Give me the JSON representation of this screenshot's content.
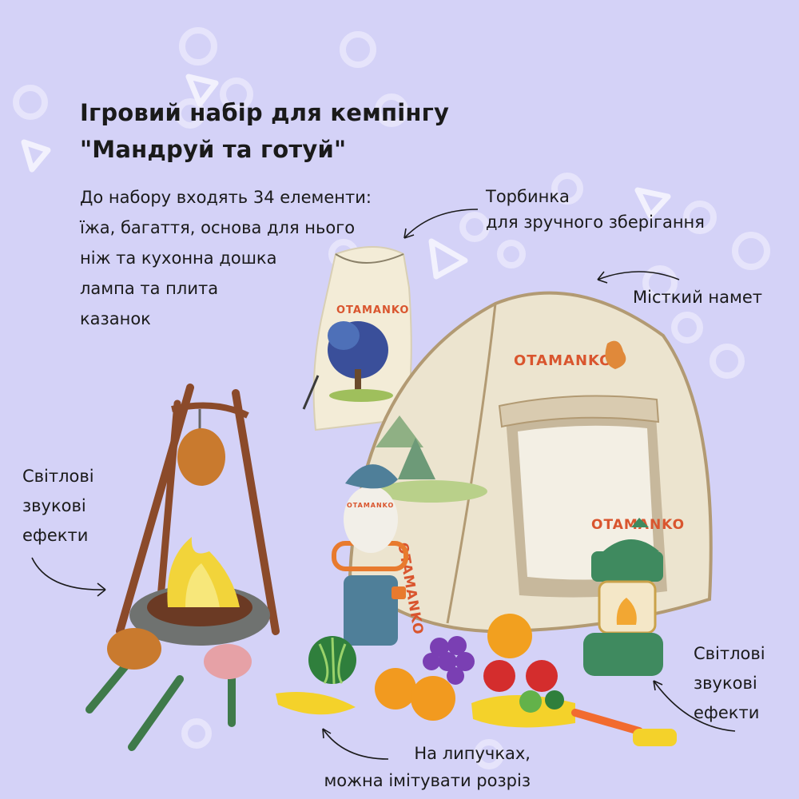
{
  "title": {
    "line1": "Ігровий набір для кемпінгу",
    "line2": "\"Мандруй та готуй\""
  },
  "contents": [
    "До набору входять 34 елементи:",
    "їжа, багаття, основа для нього",
    "ніж та кухонна дошка",
    "лампа та плита",
    "казанок"
  ],
  "labels": {
    "bag": [
      "Торбинка",
      "для зручного зберігання"
    ],
    "tent": "Місткий намет",
    "campfire": [
      "Світлові",
      "звукові",
      "ефекти"
    ],
    "lantern": [
      "Світлові",
      "звукові",
      "ефекти"
    ],
    "food": [
      "На липучках,",
      "можна імітувати розріз"
    ]
  },
  "brand": {
    "name": "OTAMANKO",
    "tent_side": "OTAMANKO",
    "tent_door": "OTAMANKO",
    "stove": "OTAMANKO"
  },
  "colors": {
    "background": "#d4d2f7",
    "tent": "#ece4cf",
    "tent_trim": "#b29a73",
    "brand_red": "#d9552e",
    "lantern_green": "#3f8a5f",
    "stove_blue": "#4f7f99",
    "flame": "#f2d43a"
  }
}
